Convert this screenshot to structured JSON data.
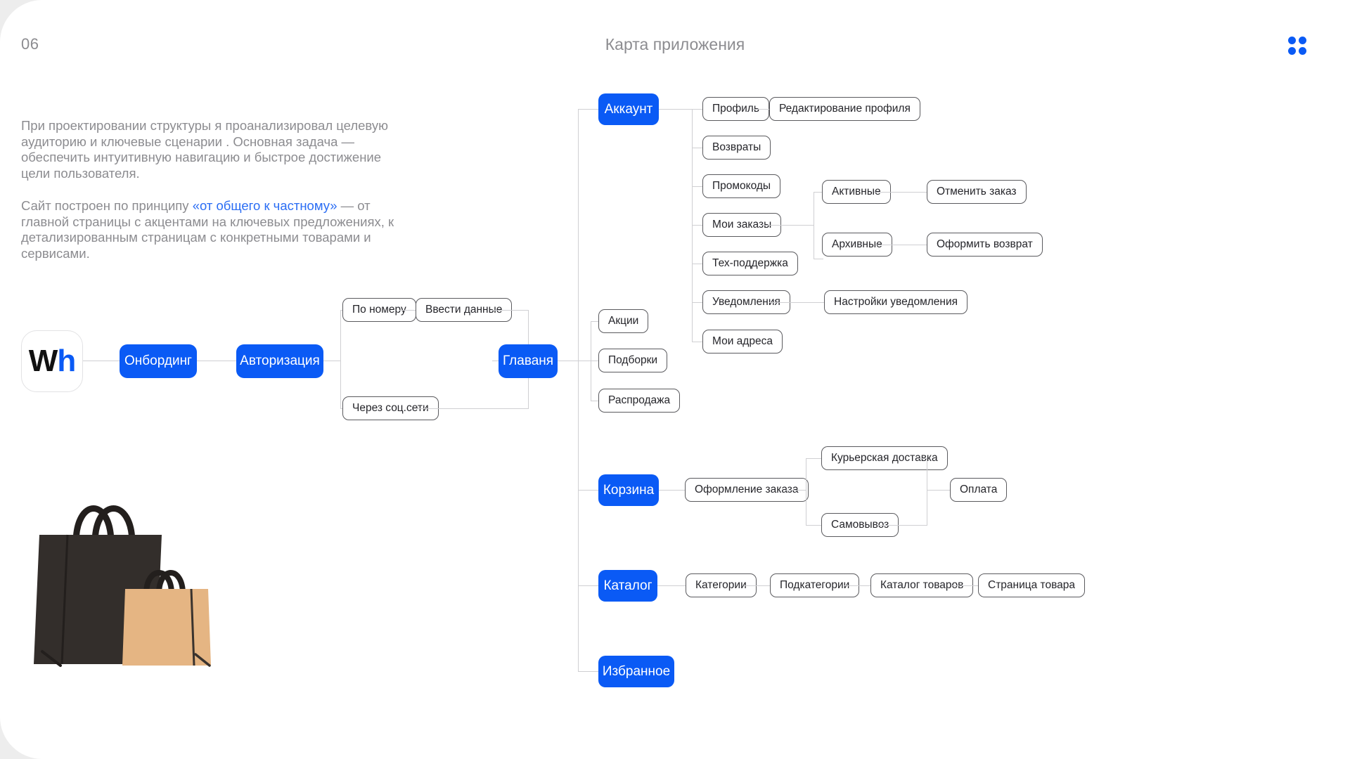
{
  "header": {
    "page_number": "06",
    "title": "Карта приложения",
    "grid_icon": "grid-dots-icon"
  },
  "description": {
    "paragraph1": "При проектировании структуры я проанализировал целевую аудиторию и ключевые сценарии . Основная задача — обеспечить интуитивную навигацию и быстрое достижение цели пользователя.",
    "paragraph2_before": "Сайт построен по принципу ",
    "paragraph2_accent": "«от общего к частному»",
    "paragraph2_after": " — от главной страницы с акцентами на ключевых предложениях, к детализированным страницам с конкретными товарами и сервисами."
  },
  "logo": {
    "part1": "W",
    "part2": "h"
  },
  "colors": {
    "accent_blue": "#0a5af5",
    "link_blue": "#2a6df4",
    "text_grey": "#8c8c90",
    "node_border": "#5a5a5e",
    "line_grey": "#cfcfd2",
    "bag_dark": "#332e2b",
    "bag_tan": "#e5b583"
  },
  "flow": {
    "onboarding": "Онбординг",
    "authorization": "Авторизация",
    "auth_by_number": "По номеру",
    "auth_enter_data": "Ввести данные",
    "auth_social": "Через соц.сети",
    "home": "Главаня"
  },
  "home_children": {
    "promotions": "Акции",
    "collections": "Подборки",
    "sale": "Распродажа"
  },
  "account": {
    "root": "Аккаунт",
    "profile": "Профиль",
    "profile_edit": "Редактирование профиля",
    "returns": "Возвраты",
    "promocodes": "Промокоды",
    "my_orders": "Мои заказы",
    "orders_active": "Активные",
    "orders_archive": "Архивные",
    "cancel_order": "Отменить заказ",
    "make_return": "Оформить возврат",
    "support": "Тех-поддержка",
    "notifications": "Уведомления",
    "notification_settings": "Настройки уведомления",
    "my_addresses": "Мои адреса"
  },
  "cart": {
    "root": "Корзина",
    "checkout": "Оформление заказа",
    "courier": "Курьерская доставка",
    "pickup": "Самовывоз",
    "payment": "Оплата"
  },
  "catalog": {
    "root": "Каталог",
    "categories": "Категории",
    "subcategories": "Подкатегории",
    "product_catalog": "Каталог товаров",
    "product_page": "Страница товара"
  },
  "favorites": {
    "root": "Избранное"
  }
}
